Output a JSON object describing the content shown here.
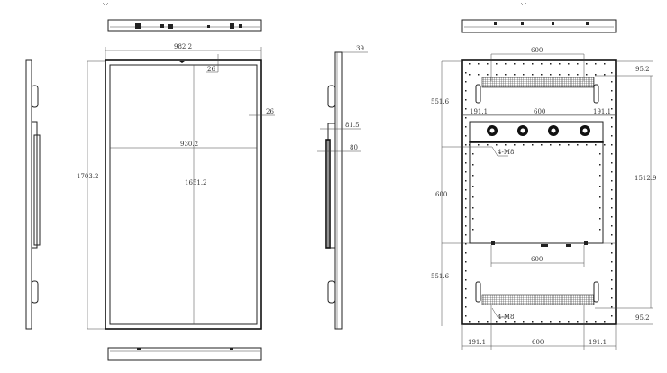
{
  "front": {
    "width": "982.2",
    "height": "1703.2",
    "inner_width": "930.2",
    "inner_height": "1651.2",
    "border_top": "26",
    "border_side": "26"
  },
  "side": {
    "depth": "39",
    "d1": "81.5",
    "d2": "80"
  },
  "back": {
    "top_spacing": "600",
    "top_offset": "95.2",
    "upper_section": "551.6",
    "edge_left": "191.1",
    "mid_spacing": "600",
    "edge_right": "191.1",
    "hole_spec_top": "4-M8",
    "middle_section": "600",
    "total_vertical": "1512.9",
    "lower_spacing": "600",
    "lower_section": "551.6",
    "hole_spec_bottom": "4-M8",
    "bottom_offset": "95.2",
    "bottom_left": "191.1",
    "bottom_mid": "600",
    "bottom_right": "191.1"
  },
  "colors": {
    "line": "#222222",
    "background": "#ffffff"
  }
}
